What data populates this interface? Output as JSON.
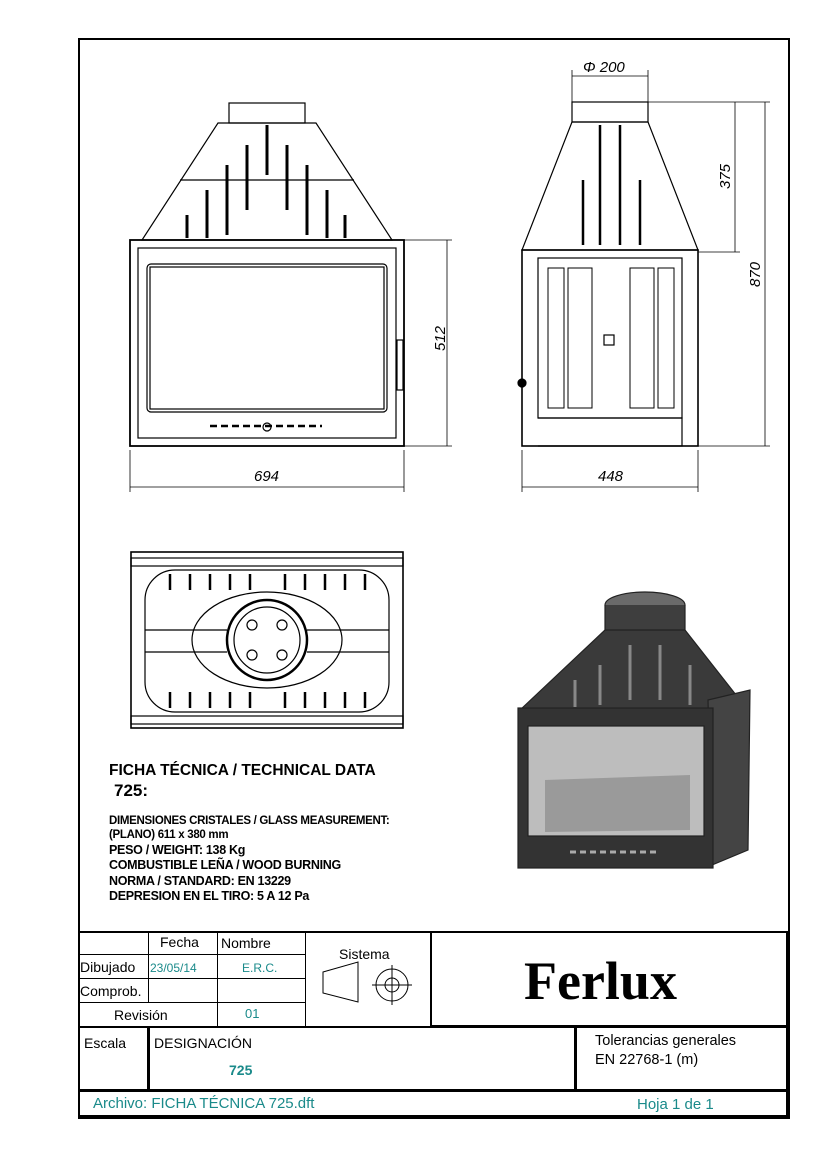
{
  "dimensions": {
    "front_height": "512",
    "front_width": "694",
    "side_width": "448",
    "flue_diameter": "Φ 200",
    "hood_height": "375",
    "total_height": "870"
  },
  "spec": {
    "title": "FICHA TÉCNICA / TECHNICAL DATA",
    "model": "725:",
    "lines": [
      "DIMENSIONES CRISTALES / GLASS MEASUREMENT:",
      "(PLANO) 611 x 380 mm",
      "PESO / WEIGHT: 138 Kg",
      "COMBUSTIBLE LEÑA / WOOD BURNING",
      "NORMA / STANDARD: EN 13229",
      "DEPRESION EN EL TIRO: 5 A 12 Pa"
    ]
  },
  "title_block": {
    "fecha_label": "Fecha",
    "nombre_label": "Nombre",
    "dibujado_label": "Dibujado",
    "dibujado_fecha": "23/05/14",
    "dibujado_nombre": "E.R.C.",
    "comprob_label": "Comprob.",
    "revision_label": "Revisión",
    "revision_value": "01",
    "sistema_label": "Sistema",
    "brand": "Ferlux",
    "escala_label": "Escala",
    "designacion_label": "DESIGNACIÓN",
    "designacion_value": "725",
    "tolerancias_line1": "Tolerancias generales",
    "tolerancias_line2": "EN 22768-1 (m)",
    "archivo": "Archivo: FICHA TÉCNICA 725.dft",
    "hoja": "Hoja 1 de 1"
  }
}
